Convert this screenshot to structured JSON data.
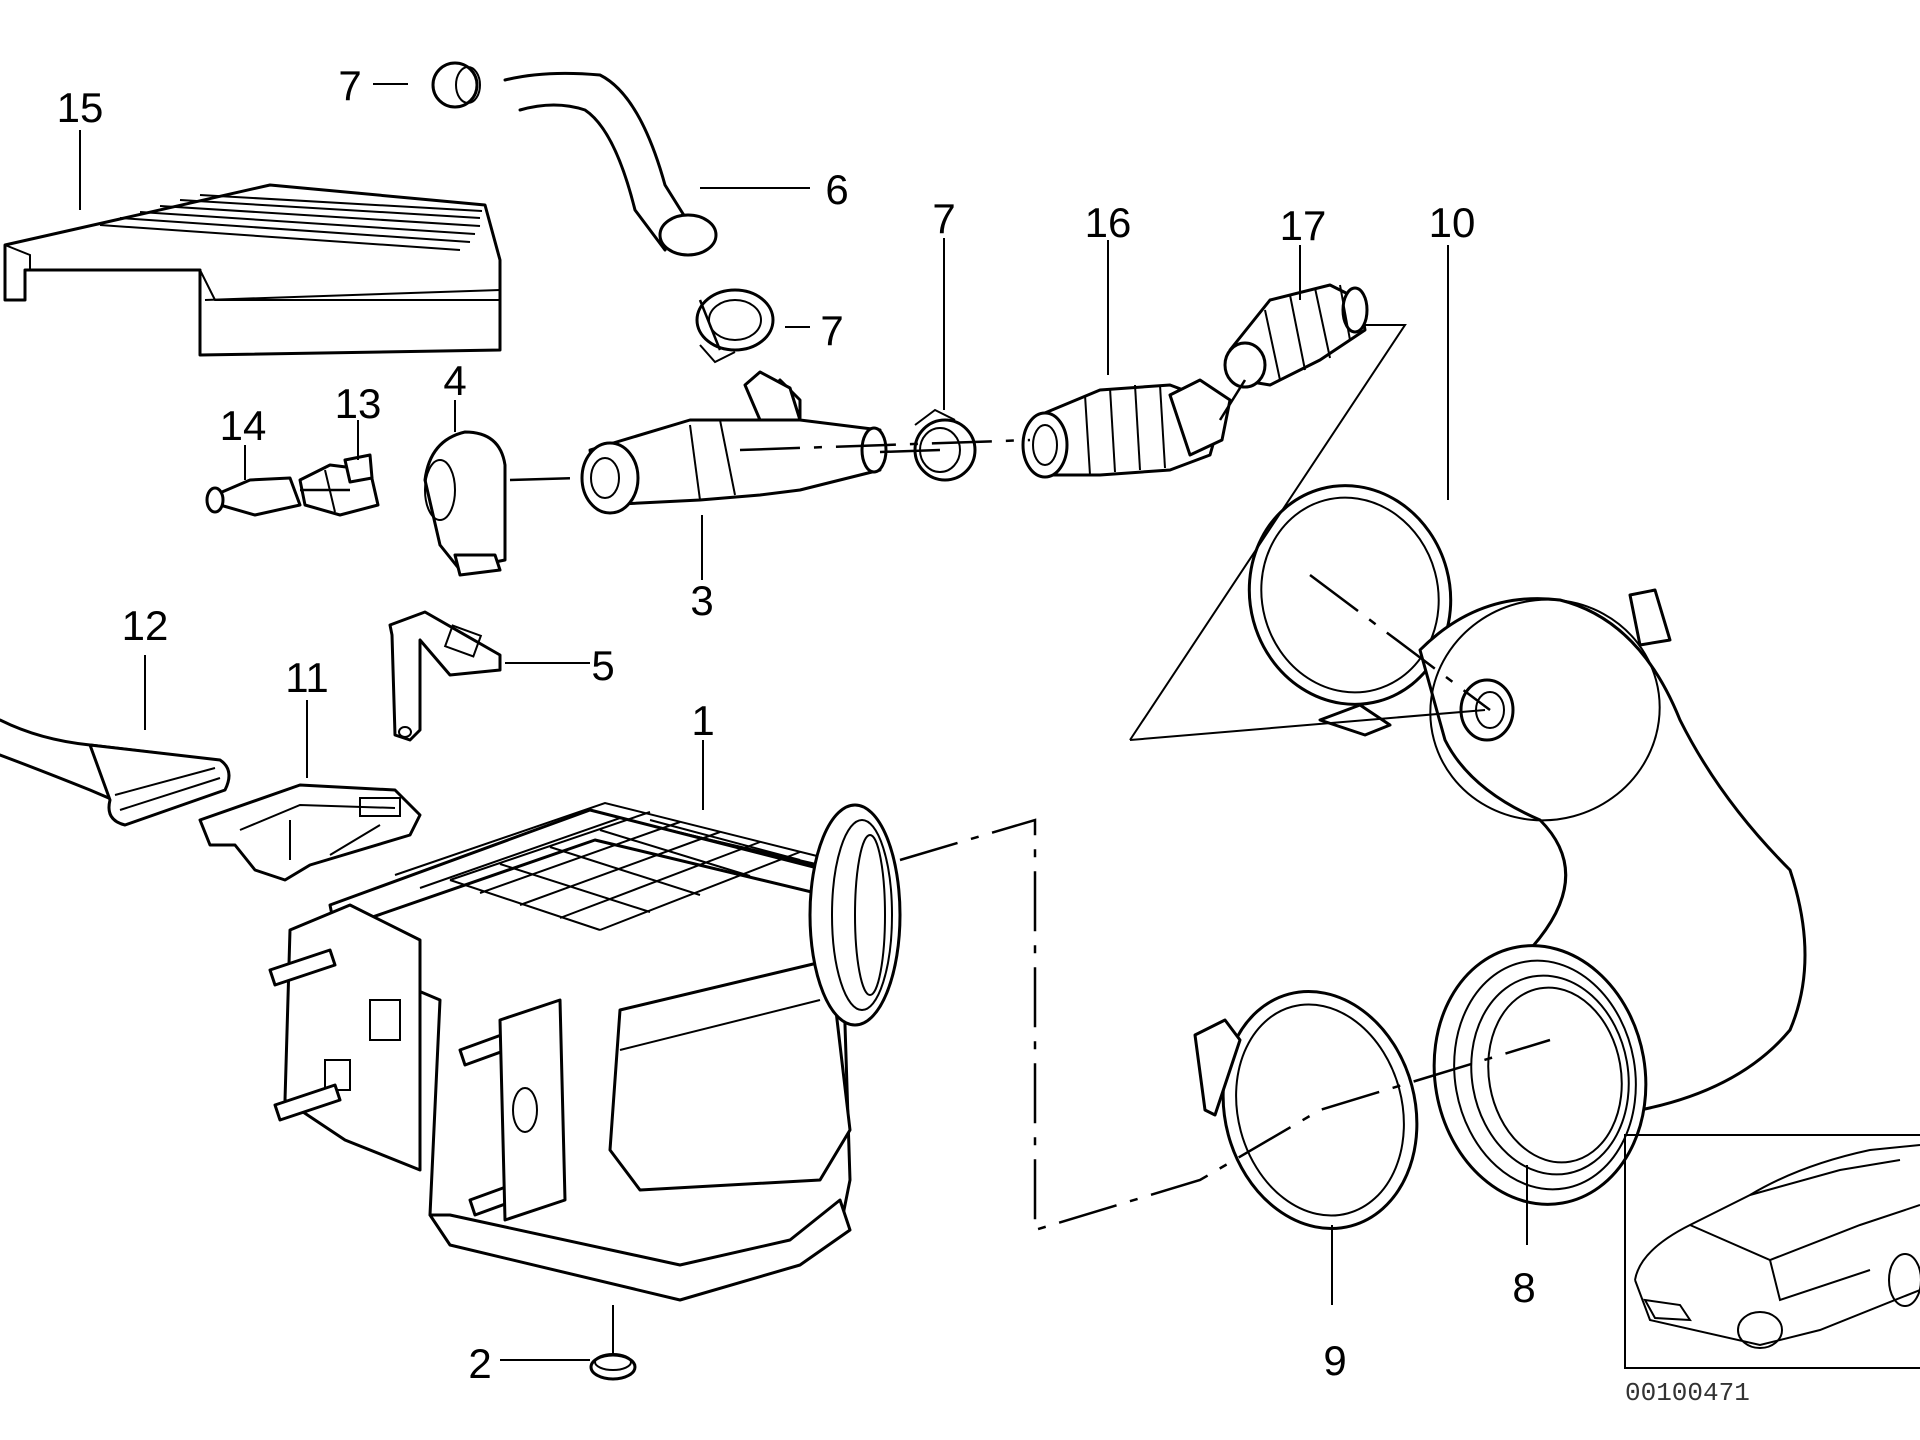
{
  "diagram": {
    "callouts": {
      "c1": "1",
      "c2": "2",
      "c3": "3",
      "c4": "4",
      "c5": "5",
      "c6": "6",
      "c7a": "7",
      "c7b": "7",
      "c7c": "7",
      "c8": "8",
      "c9": "9",
      "c10": "10",
      "c11": "11",
      "c12": "12",
      "c13": "13",
      "c14": "14",
      "c15": "15",
      "c16": "16",
      "c17": "17"
    },
    "reference_number": "00100471"
  }
}
